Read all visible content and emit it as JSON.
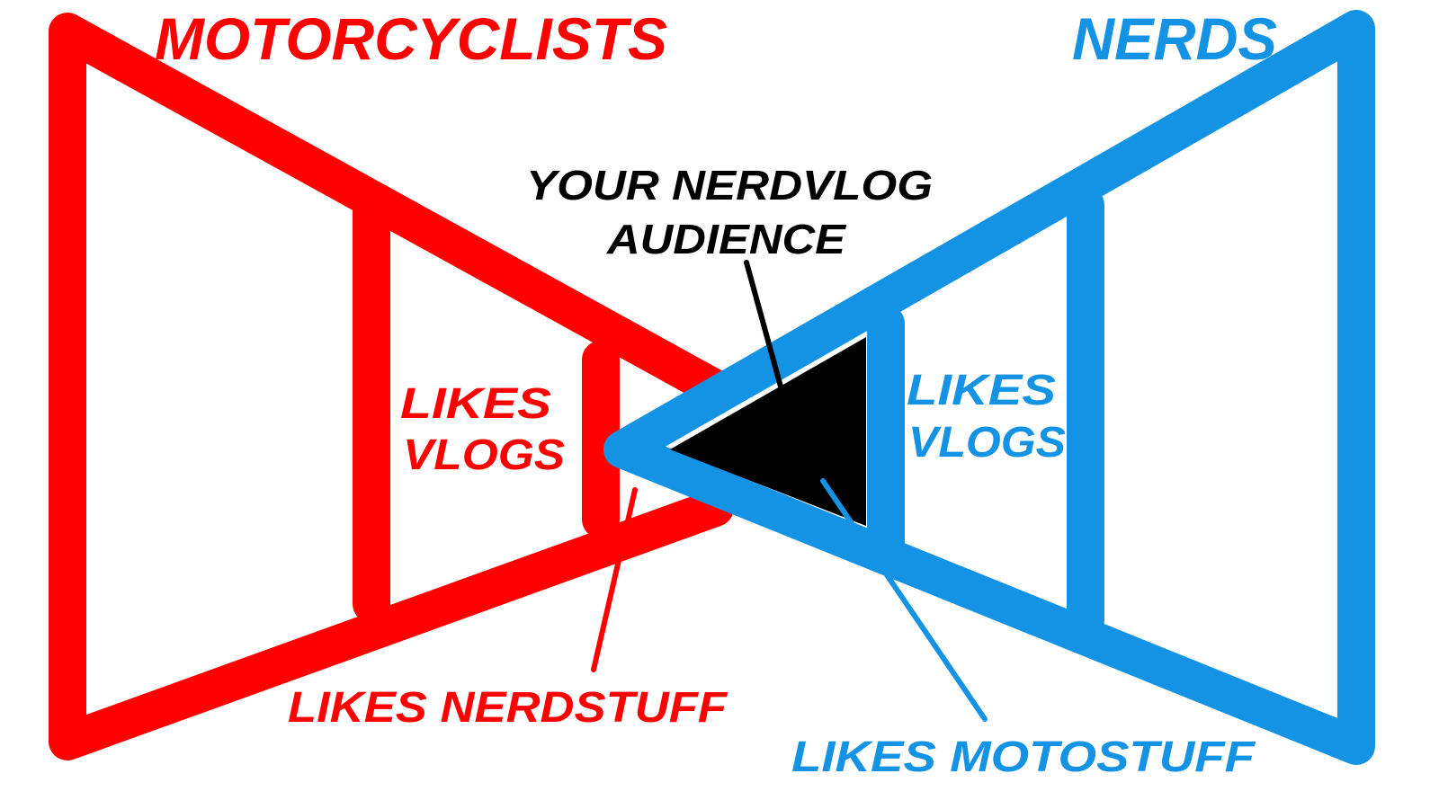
{
  "colors": {
    "motorcyclists": "#ff0000",
    "nerds": "#1493e4",
    "audience": "#000000"
  },
  "labels": {
    "motorcyclists": "Motorcyclists",
    "nerds": "Nerds",
    "audience_line1": "Your Nerdvlog",
    "audience_line2": "Audience",
    "red_likes_vlogs_1": "Likes",
    "red_likes_vlogs_2": "Vlogs",
    "blue_likes_vlogs_1": "Likes",
    "blue_likes_vlogs_2": "Vlogs",
    "likes_nerdstuff": "Likes Nerdstuff",
    "likes_motostuff": "Likes Motostuff"
  }
}
